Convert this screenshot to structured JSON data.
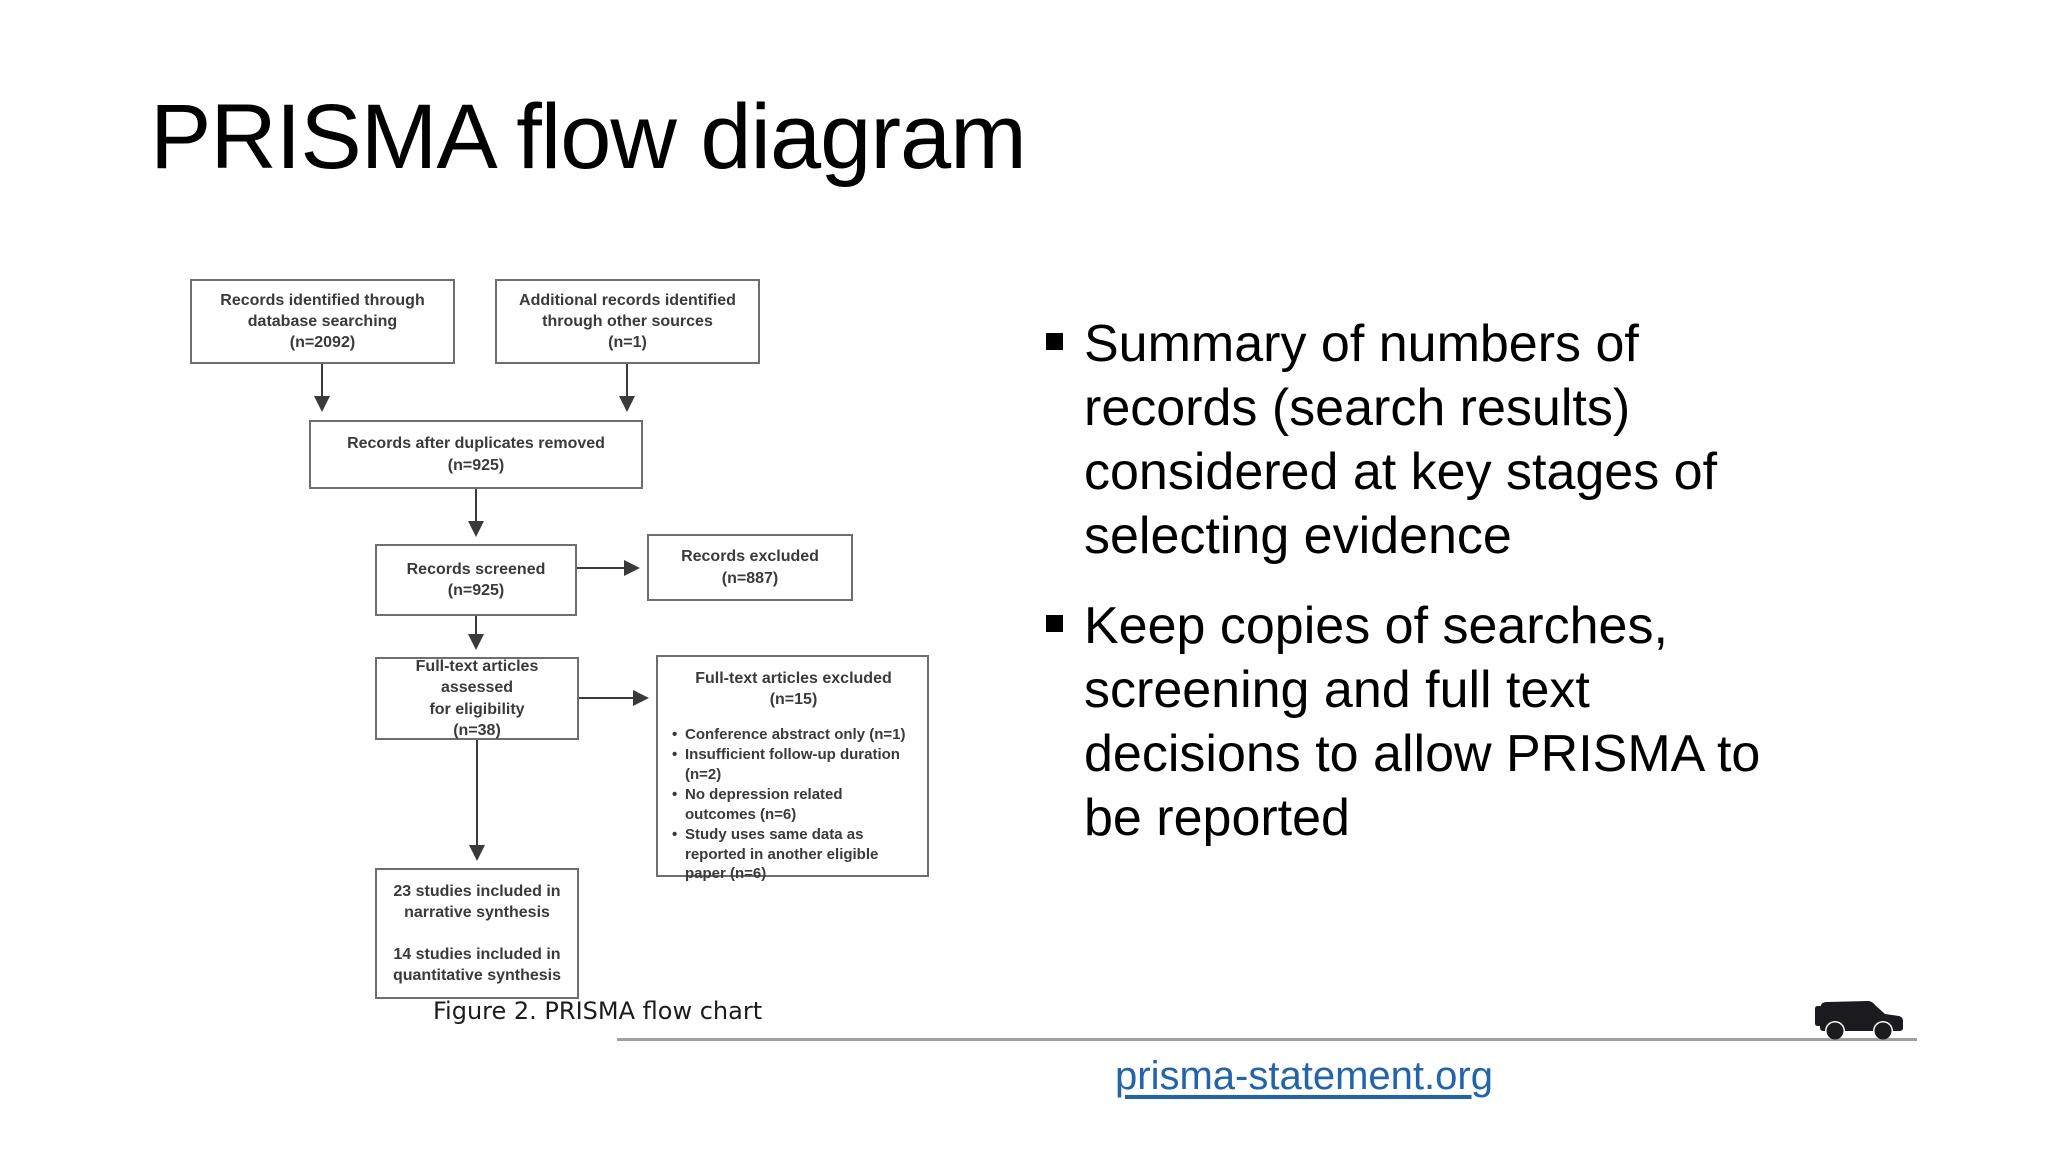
{
  "slide": {
    "title": "PRISMA flow diagram",
    "bullets": [
      {
        "text": "Summary of numbers of\nrecords (search results)\nconsidered at key stages of\nselecting evidence"
      },
      {
        "text": "Keep copies of searches,\nscreening and full text\ndecisions to allow PRISMA to\nbe reported"
      }
    ],
    "figure_caption": "Figure 2. PRISMA flow chart",
    "footer_link": "prisma-statement.org"
  },
  "flowchart": {
    "boxes": {
      "identified": "Records identified through\ndatabase searching\n(n=2092)",
      "additional": "Additional records identified\nthrough other sources\n(n=1)",
      "deduplicated": "Records after duplicates removed\n(n=925)",
      "screened": "Records screened\n(n=925)",
      "excluded": "Records excluded\n(n=887)",
      "fulltext_assessed": "Full-text articles assessed\nfor eligibility\n(n=38)",
      "fulltext_excluded_title": "Full-text articles excluded (n=15)",
      "included": "23 studies included in\nnarrative synthesis\n\n14 studies included in\nquantitative synthesis"
    },
    "exclusion_reasons": [
      "Conference abstract only (n=1)",
      "Insufficient follow-up duration (n=2)",
      "No depression related outcomes (n=6)",
      "Study uses same data as reported in another eligible paper (n=6)"
    ],
    "bullet_glyph": "•"
  },
  "icons": {
    "car": "jeep-silhouette"
  },
  "colors": {
    "link_blue": "#1f63b5",
    "diagram_ink": "#3a3a3a",
    "box_border_gray": "#6e6e6e",
    "ground_line_gray": "#a0a0a0",
    "text_black": "#000000"
  }
}
